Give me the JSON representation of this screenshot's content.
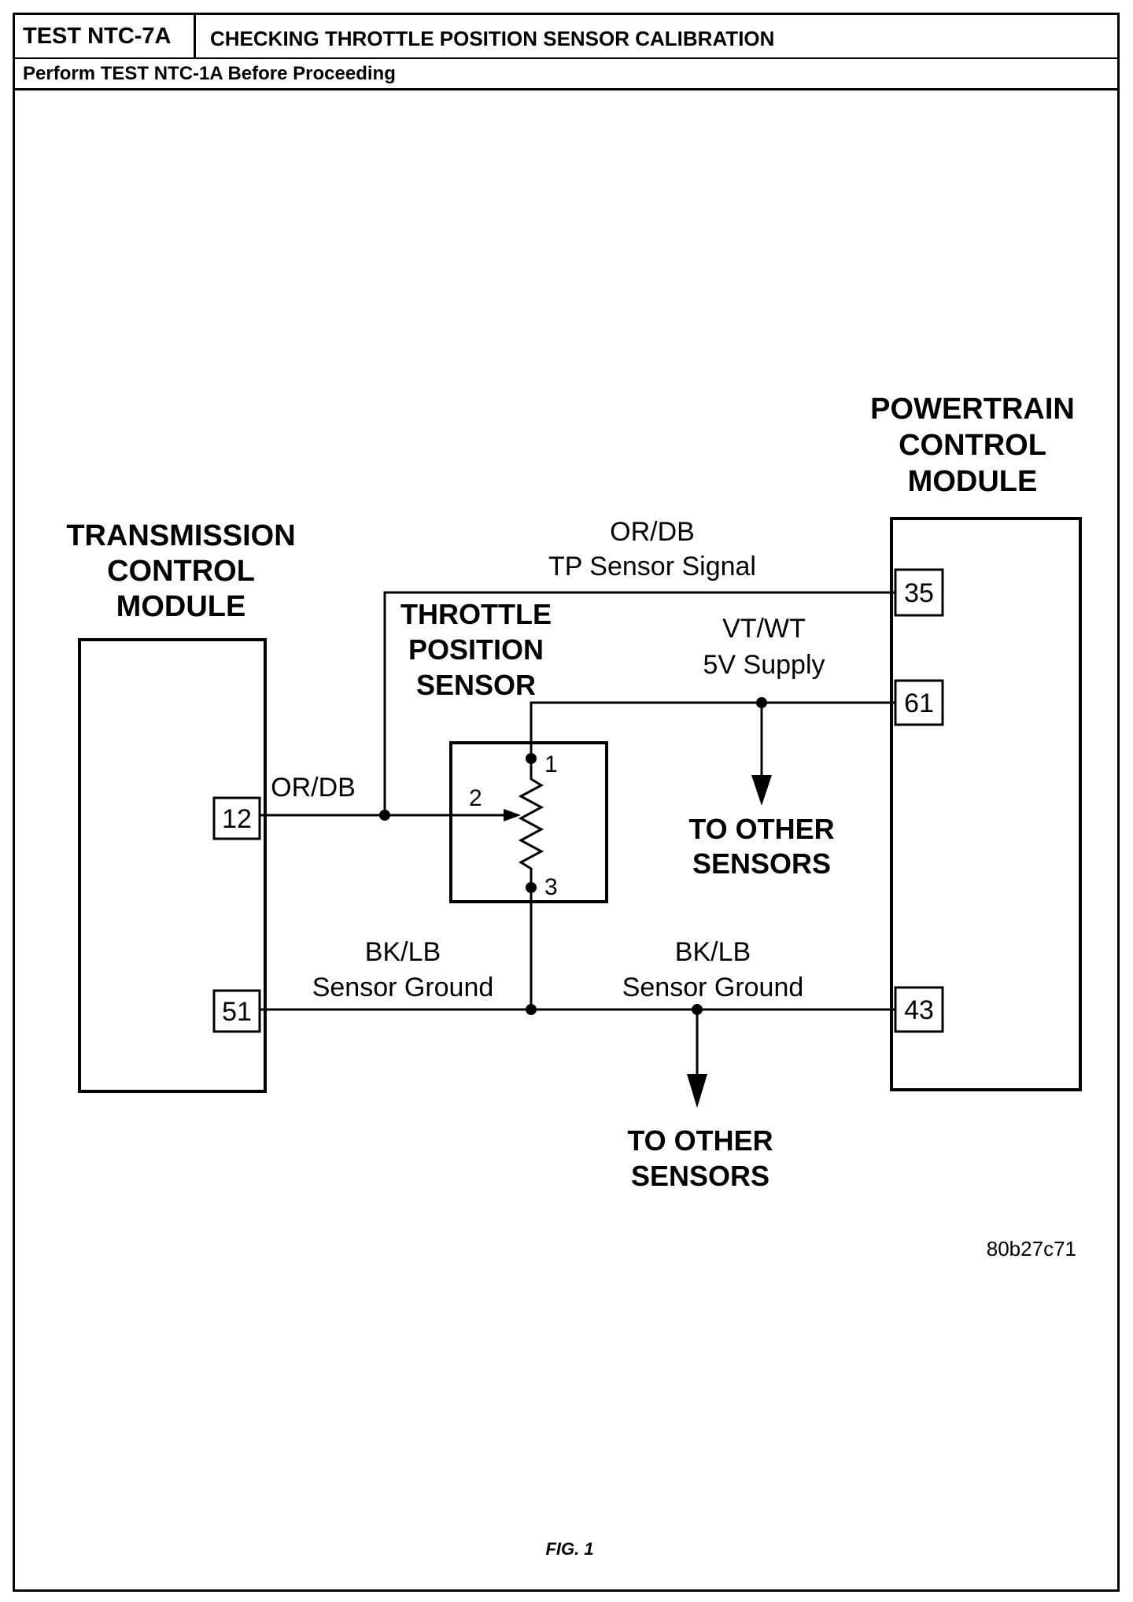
{
  "header": {
    "test_id": "TEST NTC-7A",
    "title": "CHECKING THROTTLE POSITION SENSOR CALIBRATION",
    "prerequisite": "Perform TEST NTC-1A Before Proceeding"
  },
  "modules": {
    "tcm": {
      "title_lines": [
        "TRANSMISSION",
        "CONTROL",
        "MODULE"
      ],
      "pins": [
        "12",
        "51"
      ]
    },
    "pcm": {
      "title_lines": [
        "POWERTRAIN",
        "CONTROL",
        "MODULE"
      ],
      "pins": [
        "35",
        "61",
        "43"
      ]
    },
    "tps": {
      "title_lines": [
        "THROTTLE",
        "POSITION",
        "SENSOR"
      ],
      "terminals": [
        "1",
        "2",
        "3"
      ]
    }
  },
  "wires": {
    "tp_signal": {
      "color": "OR/DB",
      "desc": "TP Sensor Signal"
    },
    "tcm_signal": {
      "color": "OR/DB"
    },
    "supply": {
      "color": "VT/WT",
      "desc": "5V Supply"
    },
    "ground_left": {
      "color": "BK/LB",
      "desc": "Sensor Ground"
    },
    "ground_right": {
      "color": "BK/LB",
      "desc": "Sensor Ground"
    }
  },
  "arrows": {
    "upper_label_lines": [
      "TO OTHER",
      "SENSORS"
    ],
    "lower_label_lines": [
      "TO OTHER",
      "SENSORS"
    ]
  },
  "figure_code": "80b27c71",
  "caption": "FIG. 1"
}
